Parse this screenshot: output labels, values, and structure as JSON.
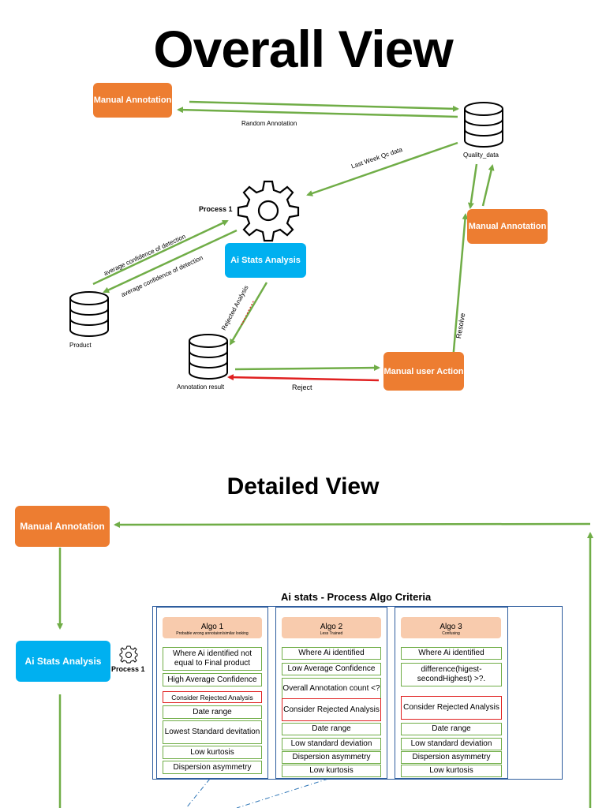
{
  "overall": {
    "title": "Overall View",
    "nodes": {
      "manual_annotation_top": "Manual Annotation",
      "manual_annotation_right": "Manual Annotation",
      "ai_stats": "Ai Stats Analysis",
      "manual_user_action": "Manual user Action",
      "process": "Process 1"
    },
    "databases": {
      "quality": "Quality_data",
      "product": "Product",
      "annotation_result": "Annotation result"
    },
    "edges": {
      "random_annotation": "Random Annotation",
      "last_week_qc": "Last Week Qc data",
      "avg_conf_1": "average confidence of detection",
      "avg_conf_2": "average confidence of detection",
      "rejected_analysis": "Rejected Analysis",
      "reject": "Reject",
      "resolve": "Resolve"
    }
  },
  "detailed": {
    "title": "Detailed View",
    "manual_annotation": "Manual Annotation",
    "ai_stats": "Ai Stats Analysis",
    "process": "Process 1",
    "criteria_title": "Ai stats - Process Algo Criteria",
    "algos": [
      {
        "name": "Algo 1",
        "sub": "Probable wrong annotaion/similar looking",
        "criteria": [
          "Where Ai identified not equal to Final product",
          "High Average Confidence",
          "Consider Rejected Analysis",
          "Date range",
          "Lowest Standard devitation",
          "Low kurtosis",
          "Dispersion asymmetry"
        ]
      },
      {
        "name": "Algo 2",
        "sub": "Less Trained",
        "criteria": [
          "Where Ai identified",
          "Low Average Confidence",
          "Overall Annotation count <?",
          "Consider Rejected Analysis",
          "Date range",
          "Low standard deviation",
          "Dispersion asymmetry",
          "Low kurtosis"
        ]
      },
      {
        "name": "Algo 3",
        "sub": "Confusing",
        "criteria": [
          "Where Ai identified",
          "difference(higest-secondHighest) >?.",
          "Consider Rejected Analysis",
          "Date range",
          "Low standard deviation",
          "Dispersion asymmetry",
          "Low kurtosis"
        ]
      }
    ]
  },
  "colors": {
    "arrow_green": "#70ad47",
    "arrow_red": "#e02020",
    "orange": "#ed7d31",
    "blue": "#00b0f0",
    "algo_header": "#f8cbad"
  },
  "icons": [
    "database-icon",
    "gear-icon"
  ]
}
